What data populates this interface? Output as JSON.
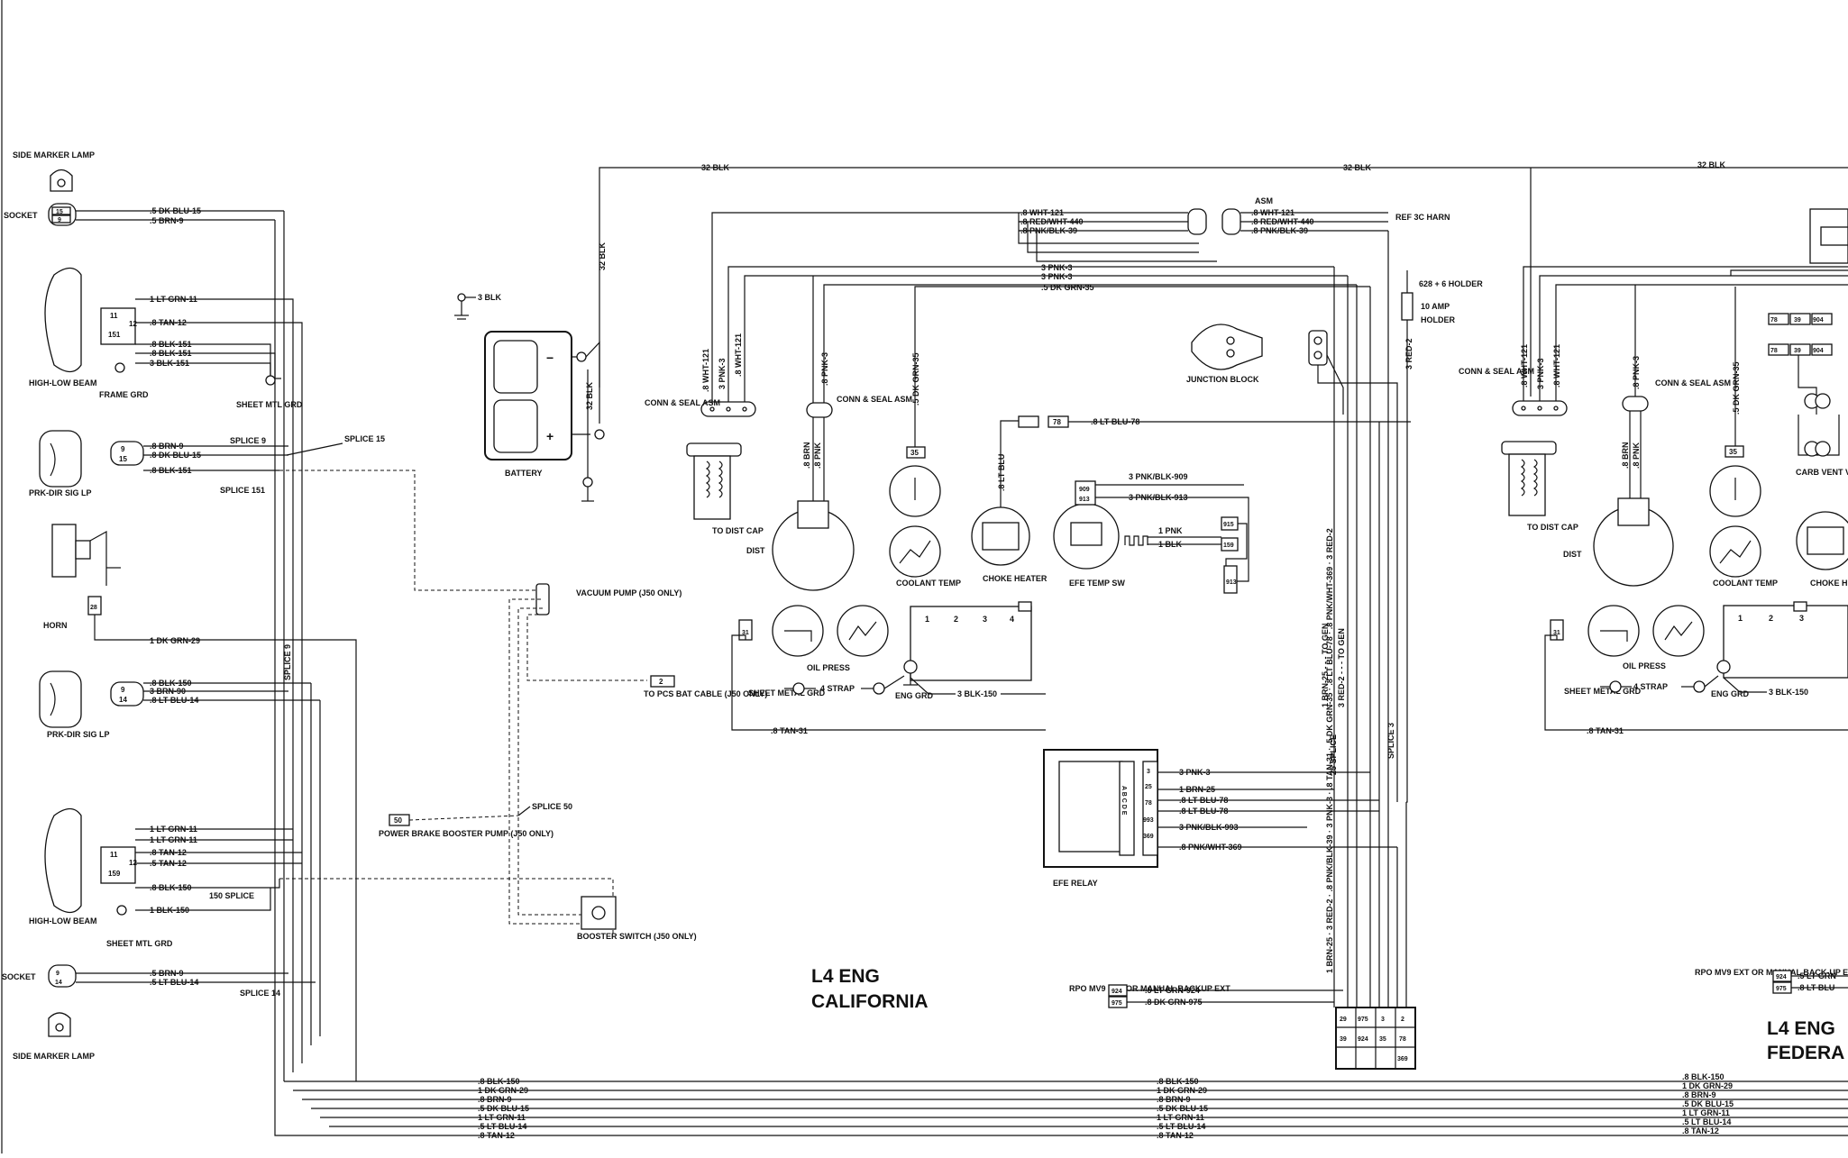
{
  "diagram": {
    "left_components": {
      "side_marker_lamp_top": "SIDE MARKER LAMP",
      "socket_top": "SOCKET",
      "socket_top_pin_a": "15",
      "socket_top_pin_b": "9",
      "wire_dk_blu_15": ".5 DK BLU-15",
      "wire_brn_9": ".5 BRN-9",
      "high_low_beam_top": "HIGH-LOW BEAM",
      "hlb_pin_11": "11",
      "hlb_pin_12": "12",
      "hlb_pin_151": "151",
      "hlb_pin_159": "159",
      "wire_lt_grn_11": "1 LT GRN-11",
      "wire_tan_12": ".8 TAN-12",
      "wire_blk_151_a": ".8 BLK-151",
      "wire_blk_151_b": ".8 BLK-151",
      "wire_blk_151_c": "3 BLK-151",
      "frame_grd": "FRAME GRD",
      "sheet_mtl_grd": "SHEET MTL GRD",
      "prk_dir_sig_lp_top": "PRK-DIR SIG LP",
      "sig_pin_9": "9",
      "sig_pin_15": "15",
      "wire_brn_9_b": ".8 BRN-9",
      "wire_dk_blu_15_b": ".8 DK BLU-15",
      "wire_blk_151_d": ".8 BLK-151",
      "splice_9": "SPLICE 9",
      "splice_15": "SPLICE 15",
      "splice_151": "SPLICE 151",
      "horn": "HORN",
      "horn_pin": "28",
      "wire_dk_grn_29": "1 DK GRN-29",
      "splice_9_vert": "SPLICE 9",
      "prk_dir_sig_lp_bot": "PRK-DIR SIG LP",
      "wire_blk_150": ".8 BLK-150",
      "wire_brn_90": "3 BRN-90",
      "wire_lt_blu_14": ".8 LT BLU-14",
      "sig2_pin_9": "9",
      "sig2_pin_14": "14",
      "high_low_beam_bot": "HIGH-LOW BEAM",
      "wire_lt_grn_11_b": "1 LT GRN-11",
      "wire_lt_grn_11_c": "1 LT GRN-11",
      "wire_tan_12_b": ".8 TAN-12",
      "wire_tan_12_c": ".5 TAN-12",
      "wire_blk_150_b": ".8 BLK-150",
      "wire_blk_150_c": "1 BLK-150",
      "splice_150": "150 SPLICE",
      "sheet_mtl_grd_bot": "SHEET MTL GRD",
      "socket_bot": "SOCKET",
      "socket_bot_pin_a": "9",
      "socket_bot_pin_b": "14",
      "wire_brn_9_c": ".5 BRN-9",
      "wire_lt_blu_14_b": ".5 LT BLU-14",
      "splice_14": "SPLICE 14",
      "side_marker_lamp_bot": "SIDE MARKER LAMP"
    },
    "center_components": {
      "wire_blk_32_top": "32 BLK",
      "wire_blk_32_vert": "32 BLK",
      "wire_blk_32_vert_b": "32 BLK",
      "wire_blk_3": "3 BLK",
      "battery": "BATTERY",
      "battery_neg": "−",
      "battery_pos": "+",
      "vacuum_pump": "VACUUM PUMP (J50 ONLY)",
      "to_pcs_bat_cable": "TO PCS BAT CABLE (J50 ONLY)",
      "pcs_pin": "2",
      "splice_50": "SPLICE 50",
      "power_brake_booster": "POWER BRAKE BOOSTER PUMP (J50 ONLY)",
      "pbb_pin": "50",
      "booster_switch": "BOOSTER SWITCH (J50 ONLY)",
      "conn_seal_asm_1": "CONN & SEAL ASM",
      "conn_seal_asm_2": "CONN & SEAL ASM",
      "wire_wht_121": ".8 WHT-121",
      "wire_pnk_3": "3 PNK-3",
      "wire_wht_121_b": ".8 WHT-121",
      "to_dist_cap": "TO DIST CAP",
      "dist": "DIST",
      "wire_pnk_3_b": ".8 PNK-3",
      "wire_brn": ".8 BRN",
      "wire_pnk": ".8 PNK",
      "wire_dk_grn_35_v": ".5 DK GRN-35",
      "pin_35": "35",
      "coolant_temp": "COOLANT TEMP",
      "wire_lt_blu_v": ".8 LT BLU",
      "choke_heater": "CHOKE HEATER",
      "pin_78": "78",
      "wire_lt_blu_78": ".8 LT BLU-78",
      "efe_temp_sw": "EFE TEMP SW",
      "wire_pnk_blk_909": "3 PNK/BLK-909",
      "wire_pnk_blk_913": "3 PNK/BLK-913",
      "pin_909": "909",
      "pin_913": "913",
      "wire_1_pnk": "1 PNK",
      "wire_1_blk": "1 BLK",
      "pin_915": "915",
      "pin_159": "159",
      "pin_913b": "913",
      "pin_31": "31",
      "oil_press": "OIL PRESS",
      "connector_1": "1",
      "connector_2": "2",
      "connector_3": "3",
      "connector_4": "4",
      "sheet_metal_grd": "SHEET METAL GRD",
      "wire_4_strap": "4 STRAP",
      "eng_grd": "ENG GRD",
      "wire_blk_150_e": "3 BLK-150",
      "wire_tan_31": ".8 TAN-31",
      "wire_wht_121_top": ".8 WHT-121",
      "wire_red_wht_440": ".8 RED/WHT-440",
      "wire_pnk_blk_39": ".8 PNK/BLK-39",
      "asm": "ASM",
      "wire_wht_121_r": ".8 WHT-121",
      "wire_red_wht_440_r": ".8 RED/WHT-440",
      "wire_pnk_blk_39_r": ".8 PNK/BLK-39",
      "ref_3c_harn": "REF 3C HARN",
      "wire_pnk_3_top": "3 PNK-3",
      "wire_pnk_3_top2": "3 PNK-3",
      "wire_dk_grn_35_top": ".5 DK GRN-35",
      "holder_628": "628 + 6 HOLDER",
      "amp_10": "10 AMP",
      "holder": "HOLDER",
      "junction_block": "JUNCTION BLOCK",
      "wire_red_2": "3 RED-2",
      "wire_brn_25_to_gen": "1 BRN-25 - - - TO GEN",
      "wire_red_2_to_gen": "3 RED-2 - - - TO GEN",
      "splice_25": "25 SPLICE",
      "splice_3": "SPLICE 3",
      "efe_relay": "EFE RELAY",
      "relay_pins_top": "A B C D E",
      "relay_pin_3": "3",
      "relay_pin_25": "25",
      "relay_pin_78": "78",
      "relay_pin_993": "993",
      "relay_pin_369": "369",
      "wire_pnk_3_r": "3 PNK-3",
      "wire_brn_25_r": "1 BRN-25",
      "wire_lt_blu_78_r": ".8 LT BLU-78",
      "wire_lt_blu_78_r2": ".8 LT BLU-78",
      "wire_pnk_blk_993": "3 PNK/BLK-993",
      "wire_pnk_wht_369": ".8 PNK/WHT-369",
      "l4_eng": "L4 ENG",
      "california": "CALIFORNIA",
      "rpo_mv9": "RPO MV9 EXT OR MANUAL BACKUP EXT",
      "pin_924": "924",
      "pin_975": "975",
      "wire_lt_grn_924": ".5 LT GRN-924",
      "wire_dk_grn_975": ".8 DK GRN-975",
      "bundle_labels": "1 BRN-25 · 3 RED-2 · .8 PNK/BLK-39 · 3 PNK-3 · .8 TAN-31 · .5 DK GRN-35 · .8 LT BLU-78 · .8 PNK/WHT-369 · 3 RED-2",
      "conn_grid_1": "29",
      "conn_grid_2": "975",
      "conn_grid_3": "3",
      "conn_grid_4": "2",
      "conn_grid_5": "39",
      "conn_grid_6": "924",
      "conn_grid_7": "35",
      "conn_grid_8": "78",
      "conn_grid_9": "369"
    },
    "bottom_harness": {
      "row1": ".8 BLK-150",
      "row2": "1 DK GRN-29",
      "row3": ".8 BRN-9",
      "row4": ".5 DK BLU-15",
      "row5": "1 LT GRN-11",
      "row6": ".5 LT BLU-14",
      "row7": ".8 TAN-12",
      "mid_row1": ".8 BLK-150",
      "mid_row2": "1 DK GRN-29",
      "mid_row3": ".8 BRN-9",
      "mid_row4": ".5 DK BLU-15",
      "mid_row5": "1 LT GRN-11",
      "mid_row6": ".5 LT BLU-14",
      "mid_row7": ".8 TAN-12",
      "right_row1": ".8 BLK-150",
      "right_row2": "1 DK GRN-29",
      "right_row3": ".8 BRN-9",
      "right_row4": ".5 DK BLU-15",
      "right_row5": "1 LT GRN-11",
      "right_row6": ".5 LT BLU-14",
      "right_row7": ".8 TAN-12"
    },
    "right_components": {
      "wire_blk_32_r": "32 BLK",
      "conn_seal_asm_r1": "CONN & SEAL ASM",
      "conn_seal_asm_r2": "CONN & SEAL ASM",
      "wire_wht_121_r1": ".8 WHT-121",
      "wire_pnk_3_r1": "3 PNK-3",
      "wire_wht_121_r2": ".8 WHT-121",
      "wire_pnk_3_r2": ".8 PNK-3",
      "wire_dk_grn_35_r": ".5 DK GRN-35",
      "pin_35_r": "35",
      "to_dist_cap_r": "TO DIST CAP",
      "dist_r": "DIST",
      "wire_brn_r": ".8 BRN",
      "wire_pnk_r": ".8 PNK",
      "coolant_temp_r": "COOLANT TEMP",
      "choke_heater_r": "CHOKE HEATER",
      "carb_vent_valve": "CARB VENT VALVE",
      "pin_78_r": "78",
      "pin_39_r": "39",
      "pin_904_r": "904",
      "pin_31_r": "31",
      "oil_press_r": "OIL PRESS",
      "conn_r_1": "1",
      "conn_r_2": "2",
      "conn_r_3": "3",
      "sheet_metal_grd_r": "SHEET METAL GRD",
      "wire_4_strap_r": "4 STRAP",
      "eng_grd_r": "ENG GRD",
      "wire_blk_150_r": "3 BLK-150",
      "wire_tan_31_r": ".8 TAN-31",
      "rpo_mv9_r": "RPO MV9 EXT OR MANUAL BACK-UP EXT",
      "pin_924_r": "924",
      "pin_975_r": "975",
      "wire_lt_grn_r": ".5 LT GRN",
      "wire_lt_blu_r": ".8 LT BLU",
      "l4_eng_r": "L4 ENG",
      "federal_r": "FEDERA"
    }
  }
}
